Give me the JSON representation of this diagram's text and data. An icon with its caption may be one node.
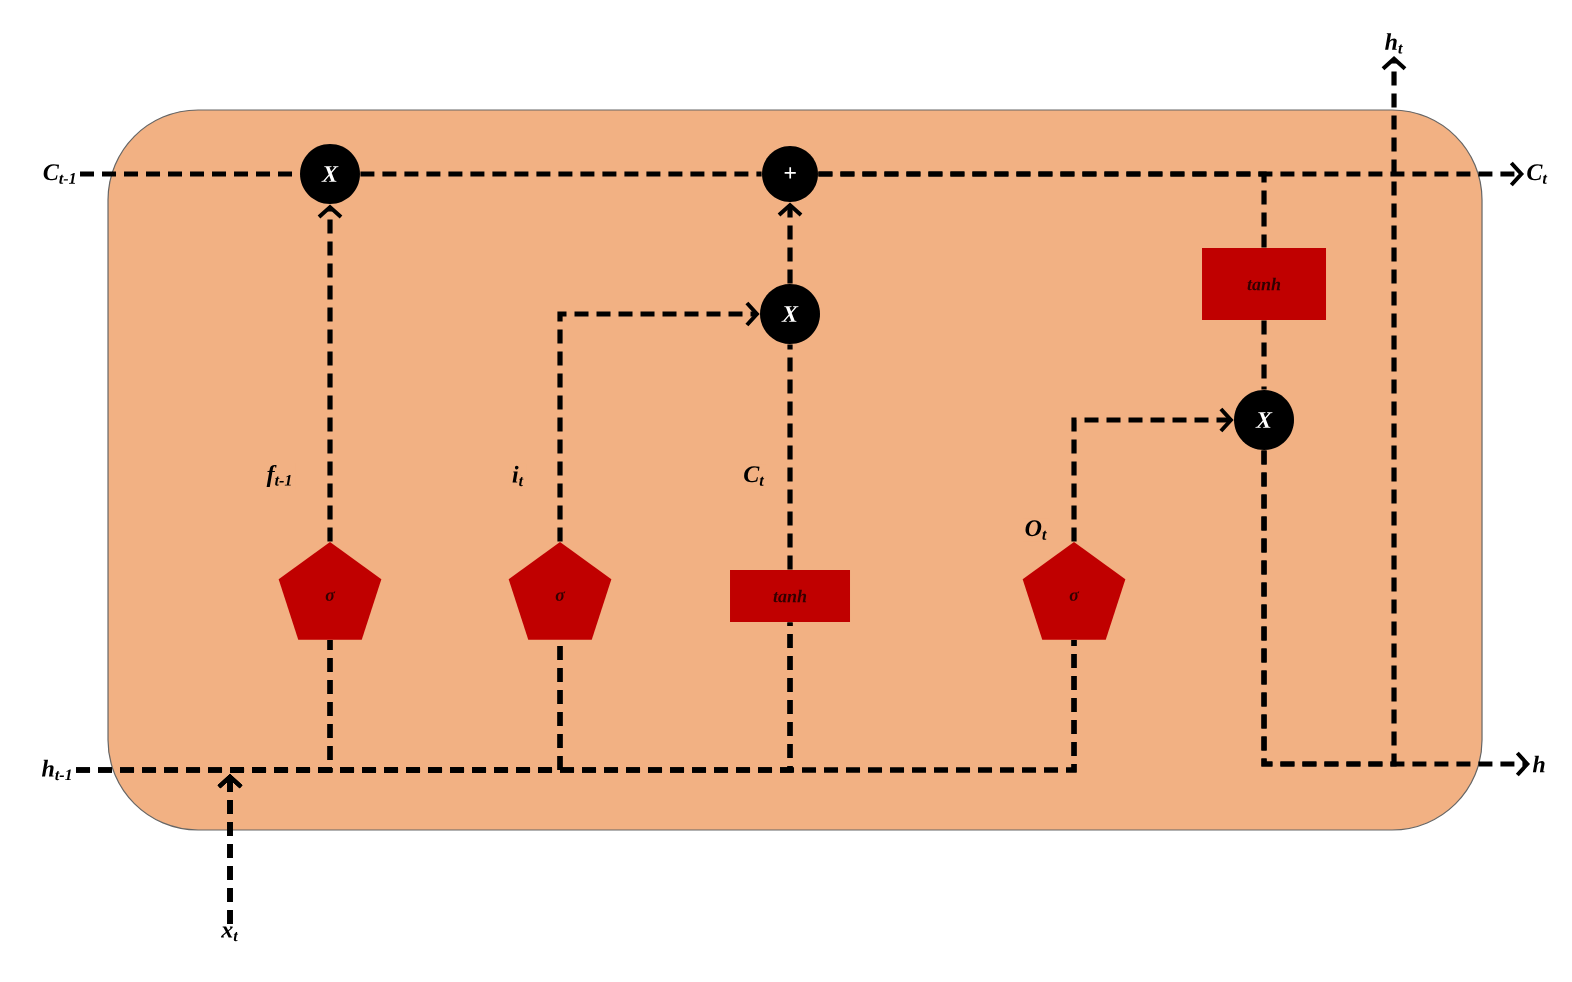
{
  "diagram": {
    "nodes": [
      {
        "text": [],
        "shape": "box"
      },
      {
        "text": [
          "C$_{t-1}$"
        ]
      },
      {
        "text": [
          "X"
        ],
        "in": 0
      },
      {
        "text": [
          "+"
        ],
        "in": 0
      },
      {
        "text": [
          "C$_{t}$"
        ]
      },
      {
        "text": [
          "σ"
        ],
        "in": 0
      },
      {
        "text": [
          "σ"
        ],
        "in": 0
      },
      {
        "text": [
          "tanh"
        ],
        "in": 0
      },
      {
        "text": [
          "X"
        ],
        "in": 0
      },
      {
        "text": [
          "σ"
        ],
        "in": 0
      },
      {
        "text": [
          "tanh"
        ],
        "in": 0
      },
      {
        "text": [
          "X"
        ],
        "in": 0
      },
      {
        "text": [
          "h$_{t-1}$"
        ]
      },
      {
        "text": [
          "x$_{t}$"
        ]
      },
      {
        "text": [
          "h$_{t}$"
        ]
      },
      {
        "text": [
          "h"
        ]
      }
    ],
    "edges": [
      {
        "from": 1,
        "to": 2,
        "arrow": "none"
      },
      {
        "from": 2,
        "to": 3,
        "arrow": "none"
      },
      {
        "from": 3,
        "to": 4,
        "arrow": "to"
      },
      {
        "from": 3,
        "to": 10,
        "arrow": "none"
      },
      {
        "from": 5,
        "to": 2,
        "arrow": "to",
        "label": "f$_{t-1}$"
      },
      {
        "from": 6,
        "to": 8,
        "arrow": "to",
        "label": "i$_{t}$"
      },
      {
        "from": 7,
        "to": 8,
        "arrow": "none",
        "label": "C$_{t}$"
      },
      {
        "from": 8,
        "to": 3,
        "arrow": "to"
      },
      {
        "from": 9,
        "to": 11,
        "arrow": "to",
        "label": "O$_{t}$"
      },
      {
        "from": 10,
        "to": 11,
        "arrow": "none"
      },
      {
        "from": 11,
        "to": 14,
        "arrow": "to"
      },
      {
        "from": 11,
        "to": 15,
        "arrow": "to"
      },
      {
        "from": 12,
        "to": 5,
        "arrow": "none"
      },
      {
        "from": 12,
        "to": 6,
        "arrow": "none"
      },
      {
        "from": 12,
        "to": 7,
        "arrow": "none"
      },
      {
        "from": 12,
        "to": 9,
        "arrow": "none"
      },
      {
        "from": 13,
        "to": 5,
        "arrow": "to"
      },
      {
        "from": 13,
        "to": 6,
        "arrow": "to"
      },
      {
        "from": 13,
        "to": 7,
        "arrow": "to"
      },
      {
        "from": 13,
        "to": 9,
        "arrow": "to"
      }
    ]
  }
}
